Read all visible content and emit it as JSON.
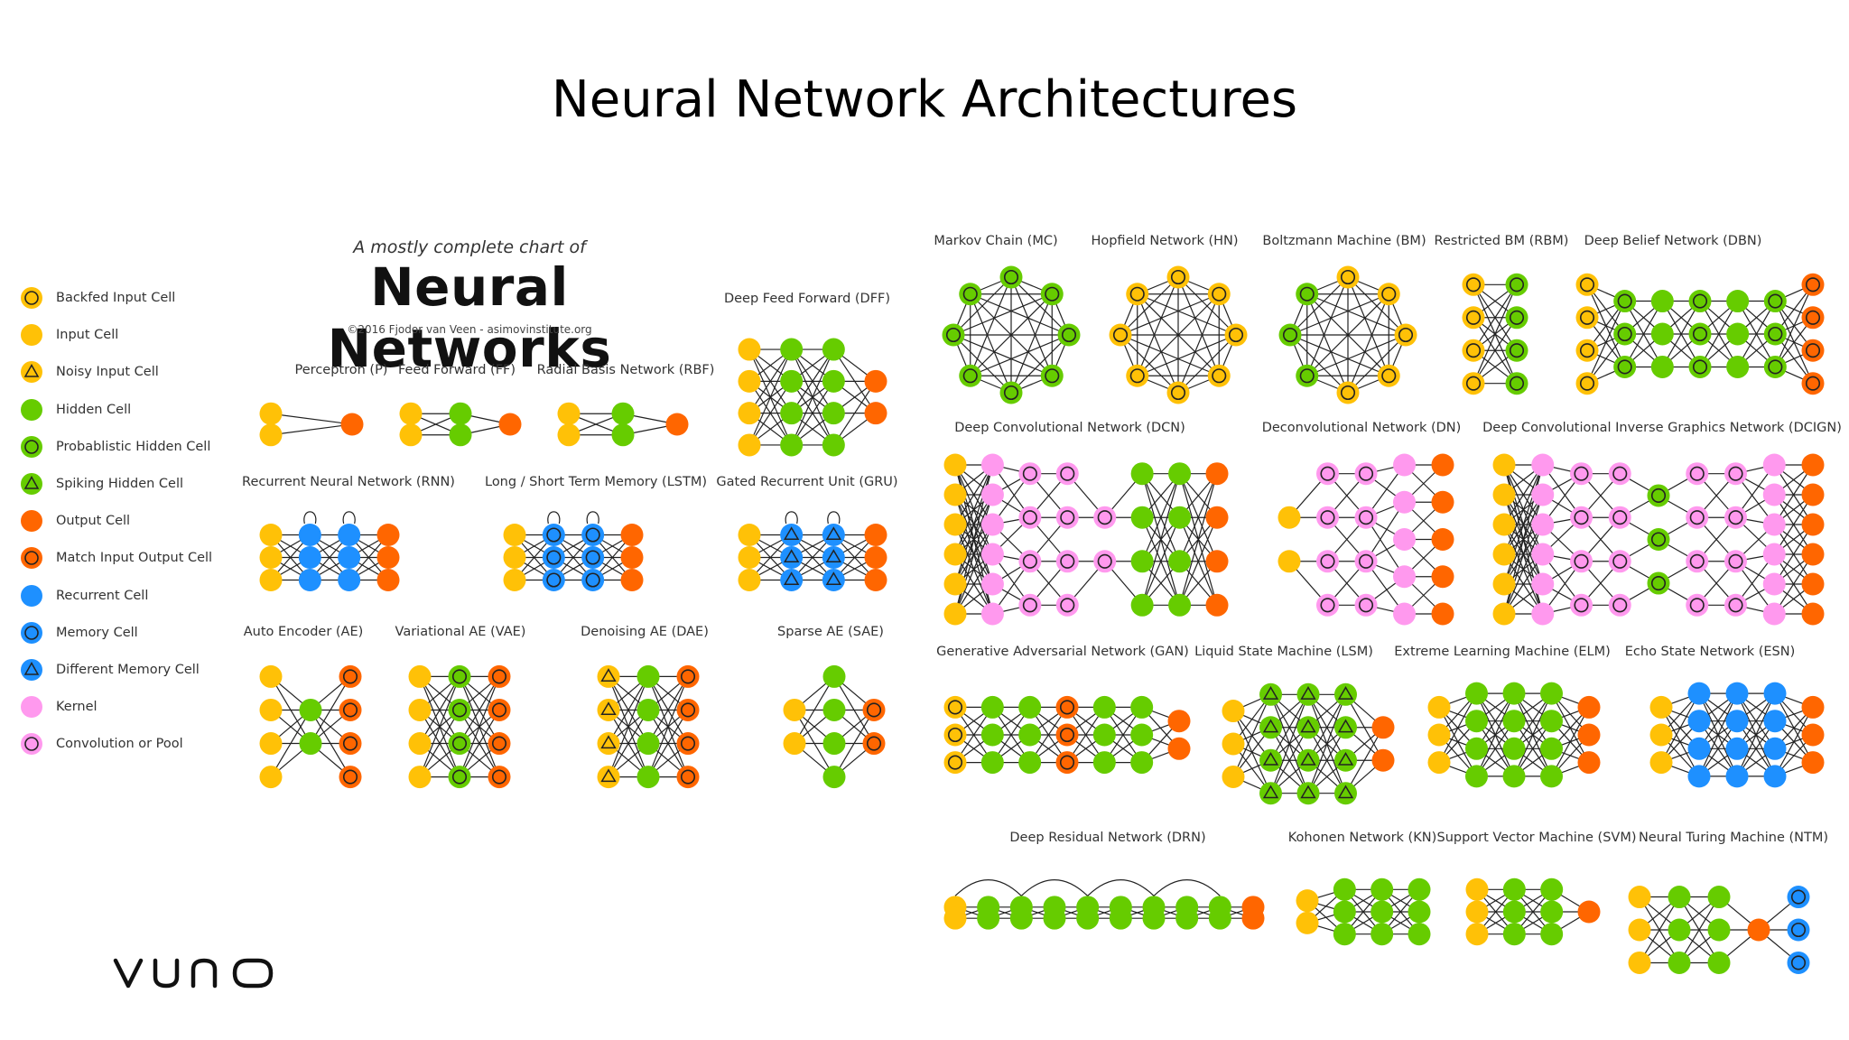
{
  "page": {
    "title": "Neural Network Architectures"
  },
  "chart": {
    "subtitle": "A mostly complete chart of",
    "title": "Neural Networks",
    "credit": "©2016 Fjodor van Veen - asimovinstitute.org"
  },
  "legend": [
    {
      "label": "Backfed Input Cell",
      "fill": "#FFC107",
      "ring": true,
      "mark": ""
    },
    {
      "label": "Input Cell",
      "fill": "#FFC107",
      "ring": false,
      "mark": ""
    },
    {
      "label": "Noisy Input Cell",
      "fill": "#FFC107",
      "ring": false,
      "mark": "triangle"
    },
    {
      "label": "Hidden Cell",
      "fill": "#66CC00",
      "ring": false,
      "mark": ""
    },
    {
      "label": "Probablistic Hidden Cell",
      "fill": "#66CC00",
      "ring": true,
      "mark": ""
    },
    {
      "label": "Spiking Hidden Cell",
      "fill": "#66CC00",
      "ring": false,
      "mark": "triangle"
    },
    {
      "label": "Output Cell",
      "fill": "#FF6600",
      "ring": false,
      "mark": ""
    },
    {
      "label": "Match Input Output Cell",
      "fill": "#FF6600",
      "ring": true,
      "mark": ""
    },
    {
      "label": "Recurrent Cell",
      "fill": "#1E90FF",
      "ring": false,
      "mark": ""
    },
    {
      "label": "Memory Cell",
      "fill": "#1E90FF",
      "ring": true,
      "mark": ""
    },
    {
      "label": "Different Memory Cell",
      "fill": "#1E90FF",
      "ring": false,
      "mark": "triangle"
    },
    {
      "label": "Kernel",
      "fill": "#FF99EE",
      "ring": false,
      "mark": ""
    },
    {
      "label": "Convolution or Pool",
      "fill": "#FF99EE",
      "ring": true,
      "mark": ""
    }
  ],
  "networks": [
    {
      "id": "p",
      "name": "Perceptron (P)",
      "layers": [
        "ii",
        "o"
      ]
    },
    {
      "id": "ff",
      "name": "Feed Forward (FF)",
      "layers": [
        "ii",
        "hh",
        "o"
      ]
    },
    {
      "id": "rbf",
      "name": "Radial Basis Network (RBF)",
      "layers": [
        "ii",
        "hh",
        "o"
      ]
    },
    {
      "id": "dff",
      "name": "Deep Feed Forward (DFF)",
      "layers": [
        "iiii",
        "hhhh",
        "hhhh",
        "oo"
      ]
    },
    {
      "id": "rnn",
      "name": "Recurrent Neural Network (RNN)",
      "layers": [
        "iii",
        "rrr",
        "rrr",
        "ooo"
      ]
    },
    {
      "id": "lstm",
      "name": "Long / Short Term Memory (LSTM)",
      "layers": [
        "iii",
        "mmm",
        "mmm",
        "ooo"
      ]
    },
    {
      "id": "gru",
      "name": "Gated Recurrent Unit (GRU)",
      "layers": [
        "iii",
        "ddd",
        "ddd",
        "ooo"
      ]
    },
    {
      "id": "ae",
      "name": "Auto Encoder (AE)",
      "layers": [
        "iiii",
        "hh",
        "MMMM"
      ]
    },
    {
      "id": "vae",
      "name": "Variational AE (VAE)",
      "layers": [
        "iiii",
        "pppp",
        "MMMM"
      ]
    },
    {
      "id": "dae",
      "name": "Denoising AE (DAE)",
      "layers": [
        "nnnn",
        "hhhh",
        "MMMM"
      ]
    },
    {
      "id": "sae",
      "name": "Sparse AE (SAE)",
      "layers": [
        "ii",
        "hhhh",
        "MM"
      ]
    },
    {
      "id": "mc",
      "name": "Markov Chain (MC)",
      "layers": [
        "PPPPPPPP"
      ]
    },
    {
      "id": "hn",
      "name": "Hopfield Network (HN)",
      "layers": [
        "bbbbbbbb"
      ]
    },
    {
      "id": "bm",
      "name": "Boltzmann Machine (BM)",
      "layers": [
        "bbbbbppp"
      ]
    },
    {
      "id": "rbm",
      "name": "Restricted BM (RBM)",
      "layers": [
        "bbbb",
        "pppp"
      ]
    },
    {
      "id": "dbn",
      "name": "Deep Belief Network (DBN)",
      "layers": [
        "bbbb",
        "ppp",
        "hhh",
        "ppp",
        "hhh",
        "ppp",
        "MMMM"
      ]
    },
    {
      "id": "dcn",
      "name": "Deep Convolutional Network (DCN)",
      "layers": [
        "iiiiii",
        "kkkkkk",
        "cccc",
        "cccc",
        "cc",
        "hhhh",
        "hhhh",
        "oooo"
      ]
    },
    {
      "id": "dn",
      "name": "Deconvolutional Network (DN)",
      "layers": [
        "ii",
        "cccc",
        "cccc",
        "kkkkk",
        "ooooo"
      ]
    },
    {
      "id": "dcign",
      "name": "Deep Convolutional Inverse Graphics Network (DCIGN)",
      "layers": [
        "iiiiii",
        "kkkkkk",
        "cccc",
        "cccc",
        "pPp",
        "cccc",
        "cccc",
        "kkkkkk",
        "oooooo"
      ]
    },
    {
      "id": "gan",
      "name": "Generative Adversarial Network (GAN)",
      "layers": [
        "bbb",
        "hhh",
        "hhh",
        "MMM",
        "hhh",
        "hhh",
        "oo"
      ]
    },
    {
      "id": "lsm",
      "name": "Liquid State Machine (LSM)",
      "layers": [
        "iii",
        "ssss",
        "ssss",
        "ssss",
        "oo"
      ]
    },
    {
      "id": "elm",
      "name": "Extreme Learning Machine (ELM)",
      "layers": [
        "iii",
        "hhhh",
        "hhhh",
        "hhhh",
        "ooo"
      ]
    },
    {
      "id": "esn",
      "name": "Echo State Network (ESN)",
      "layers": [
        "iii",
        "rrrr",
        "rrrr",
        "rrrr",
        "ooo"
      ]
    },
    {
      "id": "drn",
      "name": "Deep Residual Network (DRN)",
      "layers": [
        "ii",
        "hh",
        "hh",
        "hh",
        "hh",
        "hh",
        "hh",
        "hh",
        "hh",
        "oo"
      ]
    },
    {
      "id": "kn",
      "name": "Kohonen Network (KN)",
      "layers": [
        "ii",
        "hhh",
        "hhh",
        "hhh"
      ]
    },
    {
      "id": "svm",
      "name": "Support Vector Machine (SVM)",
      "layers": [
        "iii",
        "hhh",
        "hhh",
        "o"
      ]
    },
    {
      "id": "ntm",
      "name": "Neural Turing Machine (NTM)",
      "layers": [
        "iii",
        "hhh",
        "hhh",
        "o",
        "mmm"
      ]
    }
  ],
  "colors": {
    "input": "#FFC107",
    "hidden": "#66CC00",
    "output": "#FF6600",
    "recurrent": "#1E90FF",
    "kernel": "#FF99EE",
    "edge": "#222222"
  },
  "brand": {
    "logo": "vuno"
  }
}
